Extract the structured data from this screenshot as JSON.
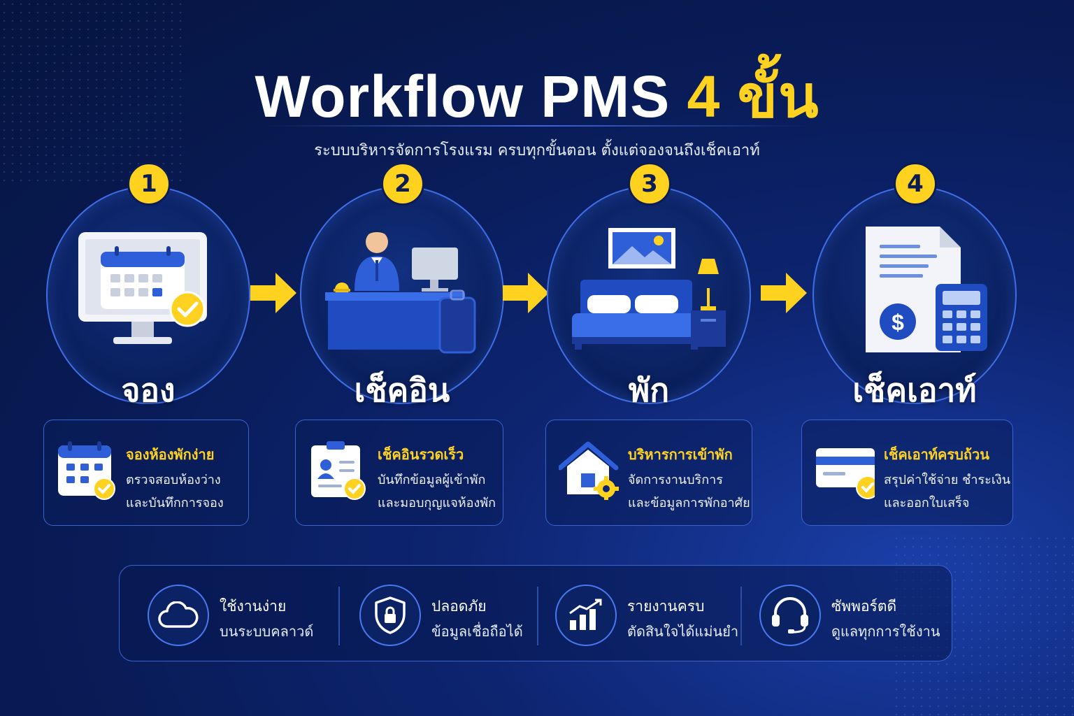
{
  "title": {
    "main": "Workflow PMS ",
    "accent": "4 ขั้น"
  },
  "subtitle": "ระบบบริหารจัดการโรงแรม ครบทุกขั้นตอน ตั้งแต่จองจนถึงเช็คเอาท์",
  "colors": {
    "accent": "#ffd21f",
    "primary_blue": "#2f5fd8",
    "background": "#081a52"
  },
  "steps": [
    {
      "number": "1",
      "label": "จอง",
      "illustration": "computer-calendar-check-icon"
    },
    {
      "number": "2",
      "label": "เช็คอิน",
      "illustration": "reception-desk-icon"
    },
    {
      "number": "3",
      "label": "พัก",
      "illustration": "hotel-room-bed-icon"
    },
    {
      "number": "4",
      "label": "เช็คเอาท์",
      "illustration": "invoice-calculator-icon"
    }
  ],
  "cards": [
    {
      "title": "จองห้องพักง่าย",
      "line1": "ตรวจสอบห้องว่าง",
      "line2": "และบันทึกการจอง",
      "icon": "calendar-check-icon"
    },
    {
      "title": "เช็คอินรวดเร็ว",
      "line1": "บันทึกข้อมูลผู้เข้าพัก",
      "line2": "และมอบกุญแจห้องพัก",
      "icon": "guest-profile-icon"
    },
    {
      "title": "บริหารการเข้าพัก",
      "line1": "จัดการงานบริการ",
      "line2": "และข้อมูลการพักอาศัย",
      "icon": "house-gear-icon"
    },
    {
      "title": "เช็คเอาท์ครบถ้วน",
      "line1": "สรุปค่าใช้จ่าย ชำระเงิน",
      "line2": "และออกใบเสร็จ",
      "icon": "credit-card-check-icon"
    }
  ],
  "features": [
    {
      "title": "ใช้งานง่าย",
      "subtitle": "บนระบบคลาวด์",
      "icon": "cloud-icon"
    },
    {
      "title": "ปลอดภัย",
      "subtitle": "ข้อมูลเชื่อถือได้",
      "icon": "shield-lock-icon"
    },
    {
      "title": "รายงานครบ",
      "subtitle": "ตัดสินใจได้แม่นยำ",
      "icon": "bar-chart-icon"
    },
    {
      "title": "ซัพพอร์ตดี",
      "subtitle": "ดูแลทุกการใช้งาน",
      "icon": "headset-icon"
    }
  ]
}
